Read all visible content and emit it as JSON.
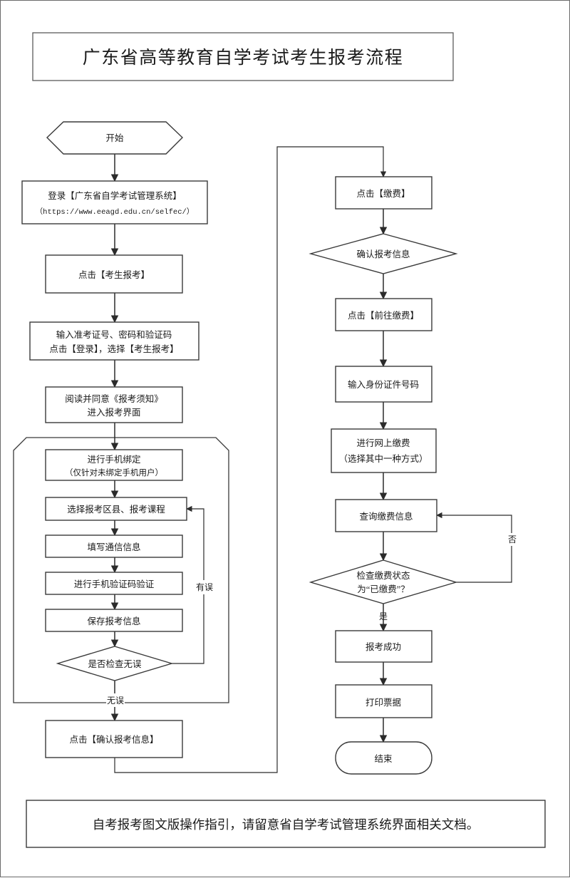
{
  "document": {
    "title": "广东省高等教育自学考试考生报考流程",
    "footer_note": "自考报考图文版操作指引，请留意省自学考试管理系统界面相关文档。"
  },
  "colors": {
    "page_background": "#ffffff",
    "node_stroke": "#3a3a3a",
    "line_stroke": "#2b2b2b",
    "text": "#1a1a1a",
    "border": "#6b6b6b"
  },
  "chart_data": {
    "type": "diagram",
    "diagram_type": "flowchart",
    "title": "广东省高等教育自学考试考生报考流程",
    "orientation": "two-column, top-to-bottom",
    "nodes": [
      {
        "id": "start",
        "shape": "hexagon",
        "column": "left",
        "lines": [
          "开始"
        ]
      },
      {
        "id": "login",
        "shape": "rectangle",
        "column": "left",
        "lines": [
          "登录【广东省自学考试管理系统】",
          "（https://www.eeagd.edu.cn/selfec/）"
        ]
      },
      {
        "id": "click_exam",
        "shape": "rectangle",
        "column": "left",
        "lines": [
          "点击【考生报考】"
        ]
      },
      {
        "id": "input_login",
        "shape": "rectangle",
        "column": "left",
        "lines": [
          "输入准考证号、密码和验证码",
          "点击【登录】，选择【考生报考】"
        ]
      },
      {
        "id": "read_notice",
        "shape": "rectangle",
        "column": "left",
        "lines": [
          "阅读并同意《报考须知》",
          "进入报考界面"
        ]
      },
      {
        "id": "bind_phone",
        "shape": "rectangle",
        "column": "left",
        "lines": [
          "进行手机绑定",
          "（仅针对未绑定手机用户）"
        ]
      },
      {
        "id": "select_area",
        "shape": "rectangle",
        "column": "left",
        "lines": [
          "选择报考区县、报考课程"
        ]
      },
      {
        "id": "fill_contact",
        "shape": "rectangle",
        "column": "left",
        "lines": [
          "填写通信信息"
        ]
      },
      {
        "id": "verify_sms",
        "shape": "rectangle",
        "column": "left",
        "lines": [
          "进行手机验证码验证"
        ]
      },
      {
        "id": "save_info",
        "shape": "rectangle",
        "column": "left",
        "lines": [
          "保存报考信息"
        ]
      },
      {
        "id": "check_ok",
        "shape": "diamond",
        "column": "left",
        "lines": [
          "是否检查无误"
        ]
      },
      {
        "id": "confirm_info",
        "shape": "rectangle",
        "column": "left",
        "lines": [
          "点击【确认报考信息】"
        ]
      },
      {
        "id": "click_pay",
        "shape": "rectangle",
        "column": "right",
        "lines": [
          "点击【缴费】"
        ]
      },
      {
        "id": "confirm_reg",
        "shape": "diamond",
        "column": "right",
        "lines": [
          "确认报考信息"
        ]
      },
      {
        "id": "goto_pay",
        "shape": "rectangle",
        "column": "right",
        "lines": [
          "点击【前往缴费】"
        ]
      },
      {
        "id": "input_id",
        "shape": "rectangle",
        "column": "right",
        "lines": [
          "输入身份证件号码"
        ]
      },
      {
        "id": "online_pay",
        "shape": "rectangle",
        "column": "right",
        "lines": [
          "进行网上缴费",
          "（选择其中一种方式）"
        ]
      },
      {
        "id": "query_pay",
        "shape": "rectangle",
        "column": "right",
        "lines": [
          "查询缴费信息"
        ]
      },
      {
        "id": "check_paid",
        "shape": "diamond",
        "column": "right",
        "lines": [
          "检查缴费状态",
          "为“已缴费”？"
        ]
      },
      {
        "id": "reg_success",
        "shape": "rectangle",
        "column": "right",
        "lines": [
          "报考成功"
        ]
      },
      {
        "id": "print_receipt",
        "shape": "rectangle",
        "column": "right",
        "lines": [
          "打印票据"
        ]
      },
      {
        "id": "end",
        "shape": "stadium",
        "column": "right",
        "lines": [
          "结束"
        ]
      }
    ],
    "edge_labels": [
      {
        "id": "err_loop",
        "text": "有误",
        "from": "check_ok",
        "to": "select_area"
      },
      {
        "id": "no_err",
        "text": "无误",
        "from": "check_ok",
        "to": "confirm_info"
      },
      {
        "id": "not_paid",
        "text": "否",
        "from": "check_paid",
        "to": "query_pay"
      },
      {
        "id": "paid",
        "text": "是",
        "from": "check_paid",
        "to": "reg_success"
      }
    ],
    "group_boxes": [
      {
        "id": "registration-loop-group",
        "encloses": [
          "bind_phone",
          "select_area",
          "fill_contact",
          "verify_sms",
          "save_info",
          "check_ok"
        ],
        "corner_style": "chamfered-top"
      }
    ]
  }
}
